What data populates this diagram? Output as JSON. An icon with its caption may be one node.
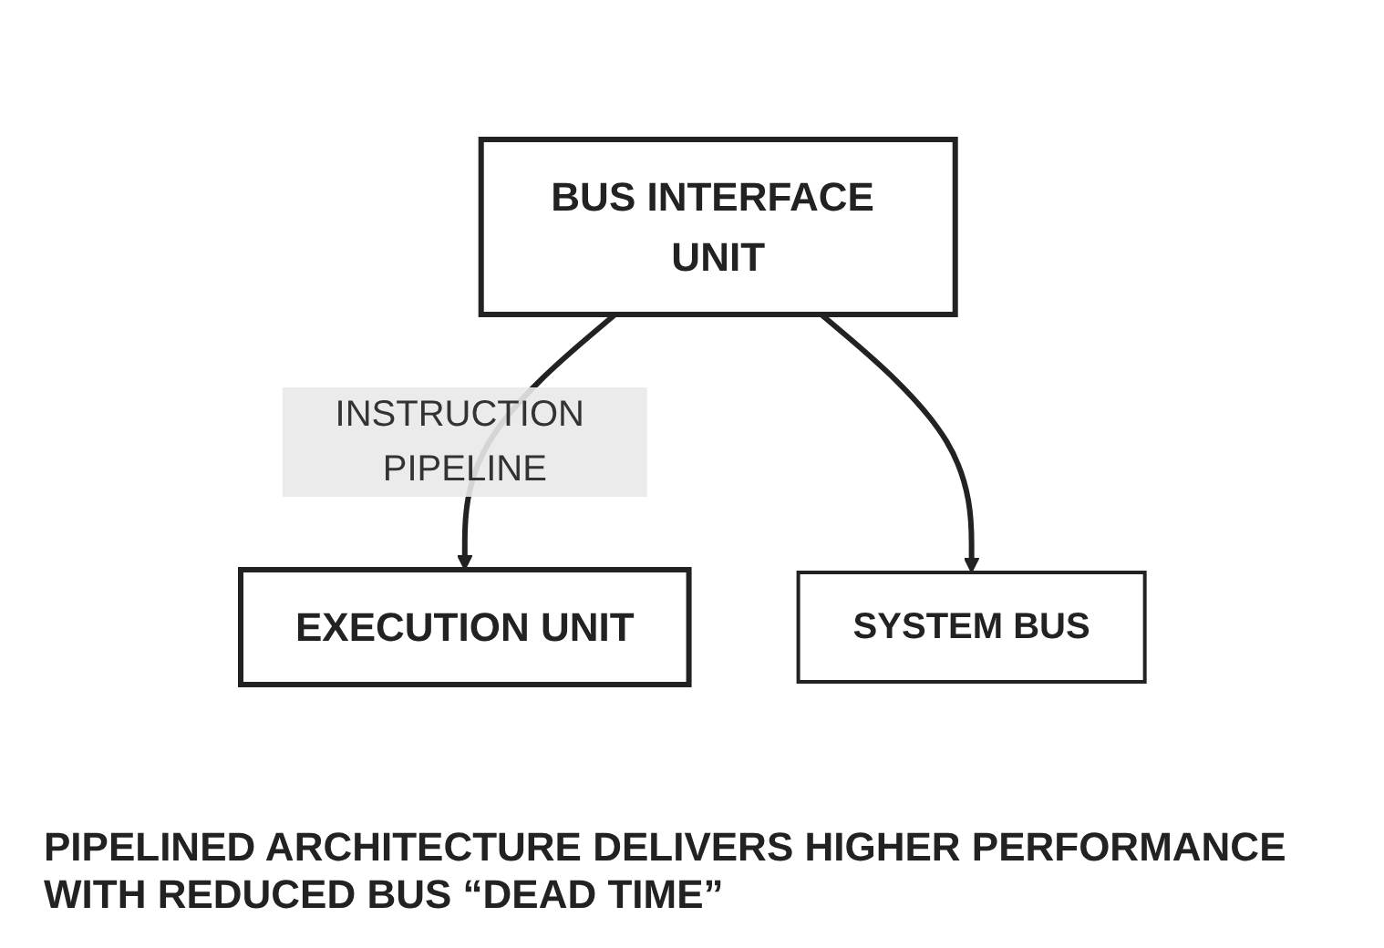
{
  "diagram": {
    "caption": "PIPELINED ARCHITECTURE DELIVERS HIGHER PERFORMANCE WITH REDUCED BUS “DEAD TIME”",
    "nodes": [
      {
        "text": [
          "EXECUTION UNIT"
        ]
      },
      {
        "text": [
          "BUS INTERFACE UNIT"
        ]
      },
      {
        "text": [
          "SYSTEM BUS"
        ]
      }
    ],
    "edges": [
      {
        "from": 1,
        "to": 0,
        "arrow": "to",
        "label": "INSTRUCTION PIPELINE"
      },
      {
        "from": 1,
        "to": 2,
        "arrow": "to"
      }
    ]
  }
}
